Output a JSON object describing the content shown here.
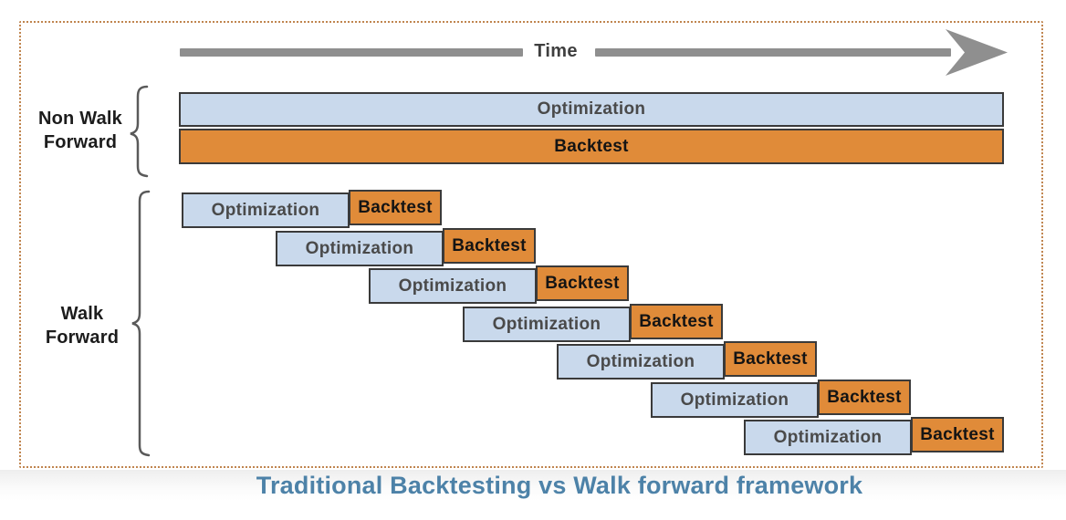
{
  "diagram": {
    "time_axis": {
      "label": "Time"
    },
    "non_walk_forward": {
      "label": "Non Walk Forward",
      "optimization_label": "Optimization",
      "backtest_label": "Backtest"
    },
    "walk_forward": {
      "label": "Walk Forward",
      "rows": [
        {
          "optimization_label": "Optimization",
          "backtest_label": "Backtest"
        },
        {
          "optimization_label": "Optimization",
          "backtest_label": "Backtest"
        },
        {
          "optimization_label": "Optimization",
          "backtest_label": "Backtest"
        },
        {
          "optimization_label": "Optimization",
          "backtest_label": "Backtest"
        },
        {
          "optimization_label": "Optimization",
          "backtest_label": "Backtest"
        },
        {
          "optimization_label": "Optimization",
          "backtest_label": "Backtest"
        },
        {
          "optimization_label": "Optimization",
          "backtest_label": "Backtest"
        }
      ]
    },
    "title": "Traditional Backtesting vs Walk forward framework"
  },
  "colors": {
    "optimization_fill": "#c9d9ec",
    "backtest_fill": "#e08b39",
    "box_border": "#3a3a3a",
    "arrow_gray": "#8f8f8f",
    "title_blue": "#4d82a8",
    "dotted_border": "#c0854f"
  }
}
